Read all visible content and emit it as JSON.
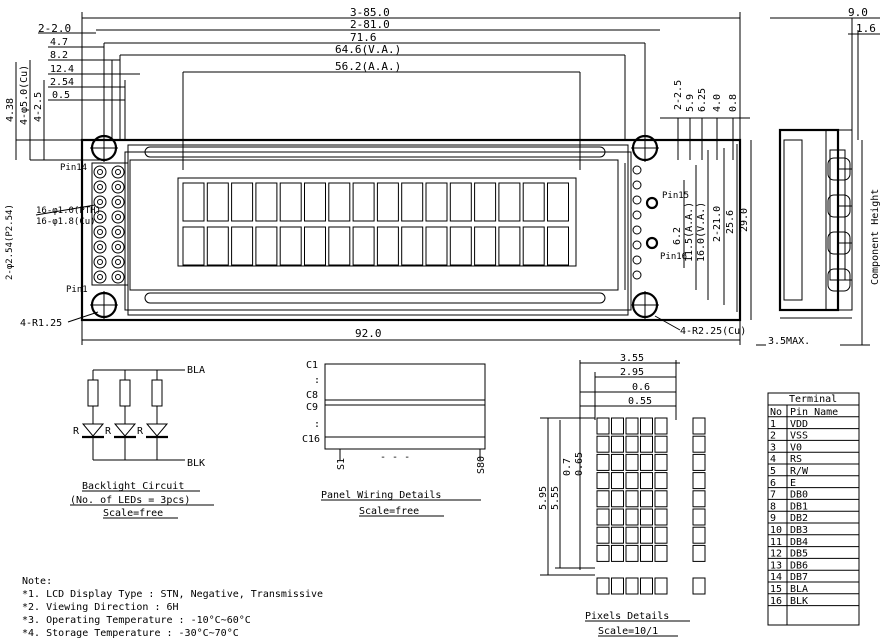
{
  "top_dims": {
    "overall": "3-85.0",
    "d81": "2-81.0",
    "d716": "71.6",
    "d646": "64.6(V.A.)",
    "d562": "56.2(A.A.)",
    "left_4_7": "4.7",
    "left_8_2": "8.2",
    "left_12_4": "12.4",
    "left_2_0": "2-2.0",
    "left_2_54": "2.54",
    "left_0_5": "0.5",
    "bottom": "92.0",
    "top_right_9": "9.0",
    "top_right_16": "1.6"
  },
  "left_vert_dims": [
    "4.38",
    "4-φ5.0(Cu)",
    "4-2.5"
  ],
  "side_labels": {
    "pitch": "2-φ2.54(P2.54)",
    "cu1": "16-φ1.0(PTH)",
    "cu2": "16-φ1.8(Cu)",
    "pin14": "Pin14",
    "pin1": "Pin1",
    "pin15": "Pin15",
    "pin16": "Pin16",
    "r125": "4-R1.25",
    "r225": "4-R2.25(Cu)"
  },
  "right_vert_dims": [
    "2-2.5",
    "5.9",
    "6.25",
    "4.0",
    "0.8"
  ],
  "right_side_dims": [
    "6.2",
    "11.5(A.A.)",
    "16.0(V.A.)",
    "2-21.0",
    "25.6",
    "29.0"
  ],
  "side_view": {
    "component_height": "Component Height",
    "max": "3.5MAX."
  },
  "lcd_rows": 2,
  "lcd_cols": 16,
  "backlight": {
    "bla": "BLA",
    "blk": "BLK",
    "led_label": "R",
    "title": "Backlight Circuit",
    "subtitle": "(No. of LEDs = 3pcs)",
    "scale": "Scale=free"
  },
  "panel": {
    "c1": "C1",
    "c8": "C8",
    "c9": "C9",
    "c16": "C16",
    "s1": "S1",
    "s80": "S80",
    "dash": "- - -",
    "title": "Panel Wiring Details",
    "scale": "Scale=free"
  },
  "pixels": {
    "w355": "3.55",
    "w295": "2.95",
    "w06": "0.6",
    "w055": "0.55",
    "h595": "5.95",
    "h555": "5.55",
    "h07": "0.7",
    "h065": "0.65",
    "title": "Pixels Details",
    "scale": "Scale=10/1"
  },
  "terminal": {
    "title": "Terminal",
    "headers": [
      "No",
      "Pin Name"
    ],
    "rows": [
      [
        "1",
        "VDD"
      ],
      [
        "2",
        "VSS"
      ],
      [
        "3",
        "V0"
      ],
      [
        "4",
        "RS"
      ],
      [
        "5",
        "R/W"
      ],
      [
        "6",
        "E"
      ],
      [
        "7",
        "DB0"
      ],
      [
        "8",
        "DB1"
      ],
      [
        "9",
        "DB2"
      ],
      [
        "10",
        "DB3"
      ],
      [
        "11",
        "DB4"
      ],
      [
        "12",
        "DB5"
      ],
      [
        "13",
        "DB6"
      ],
      [
        "14",
        "DB7"
      ],
      [
        "15",
        "BLA"
      ],
      [
        "16",
        "BLK"
      ]
    ]
  },
  "notes": {
    "title": "Note:",
    "items": [
      "*1. LCD Display Type : STN, Negative, Transmissive",
      "*2. Viewing Direction : 6H",
      "*3. Operating Temperature : -10°C~60°C",
      "*4. Storage Temperature : -30°C~70°C"
    ]
  }
}
